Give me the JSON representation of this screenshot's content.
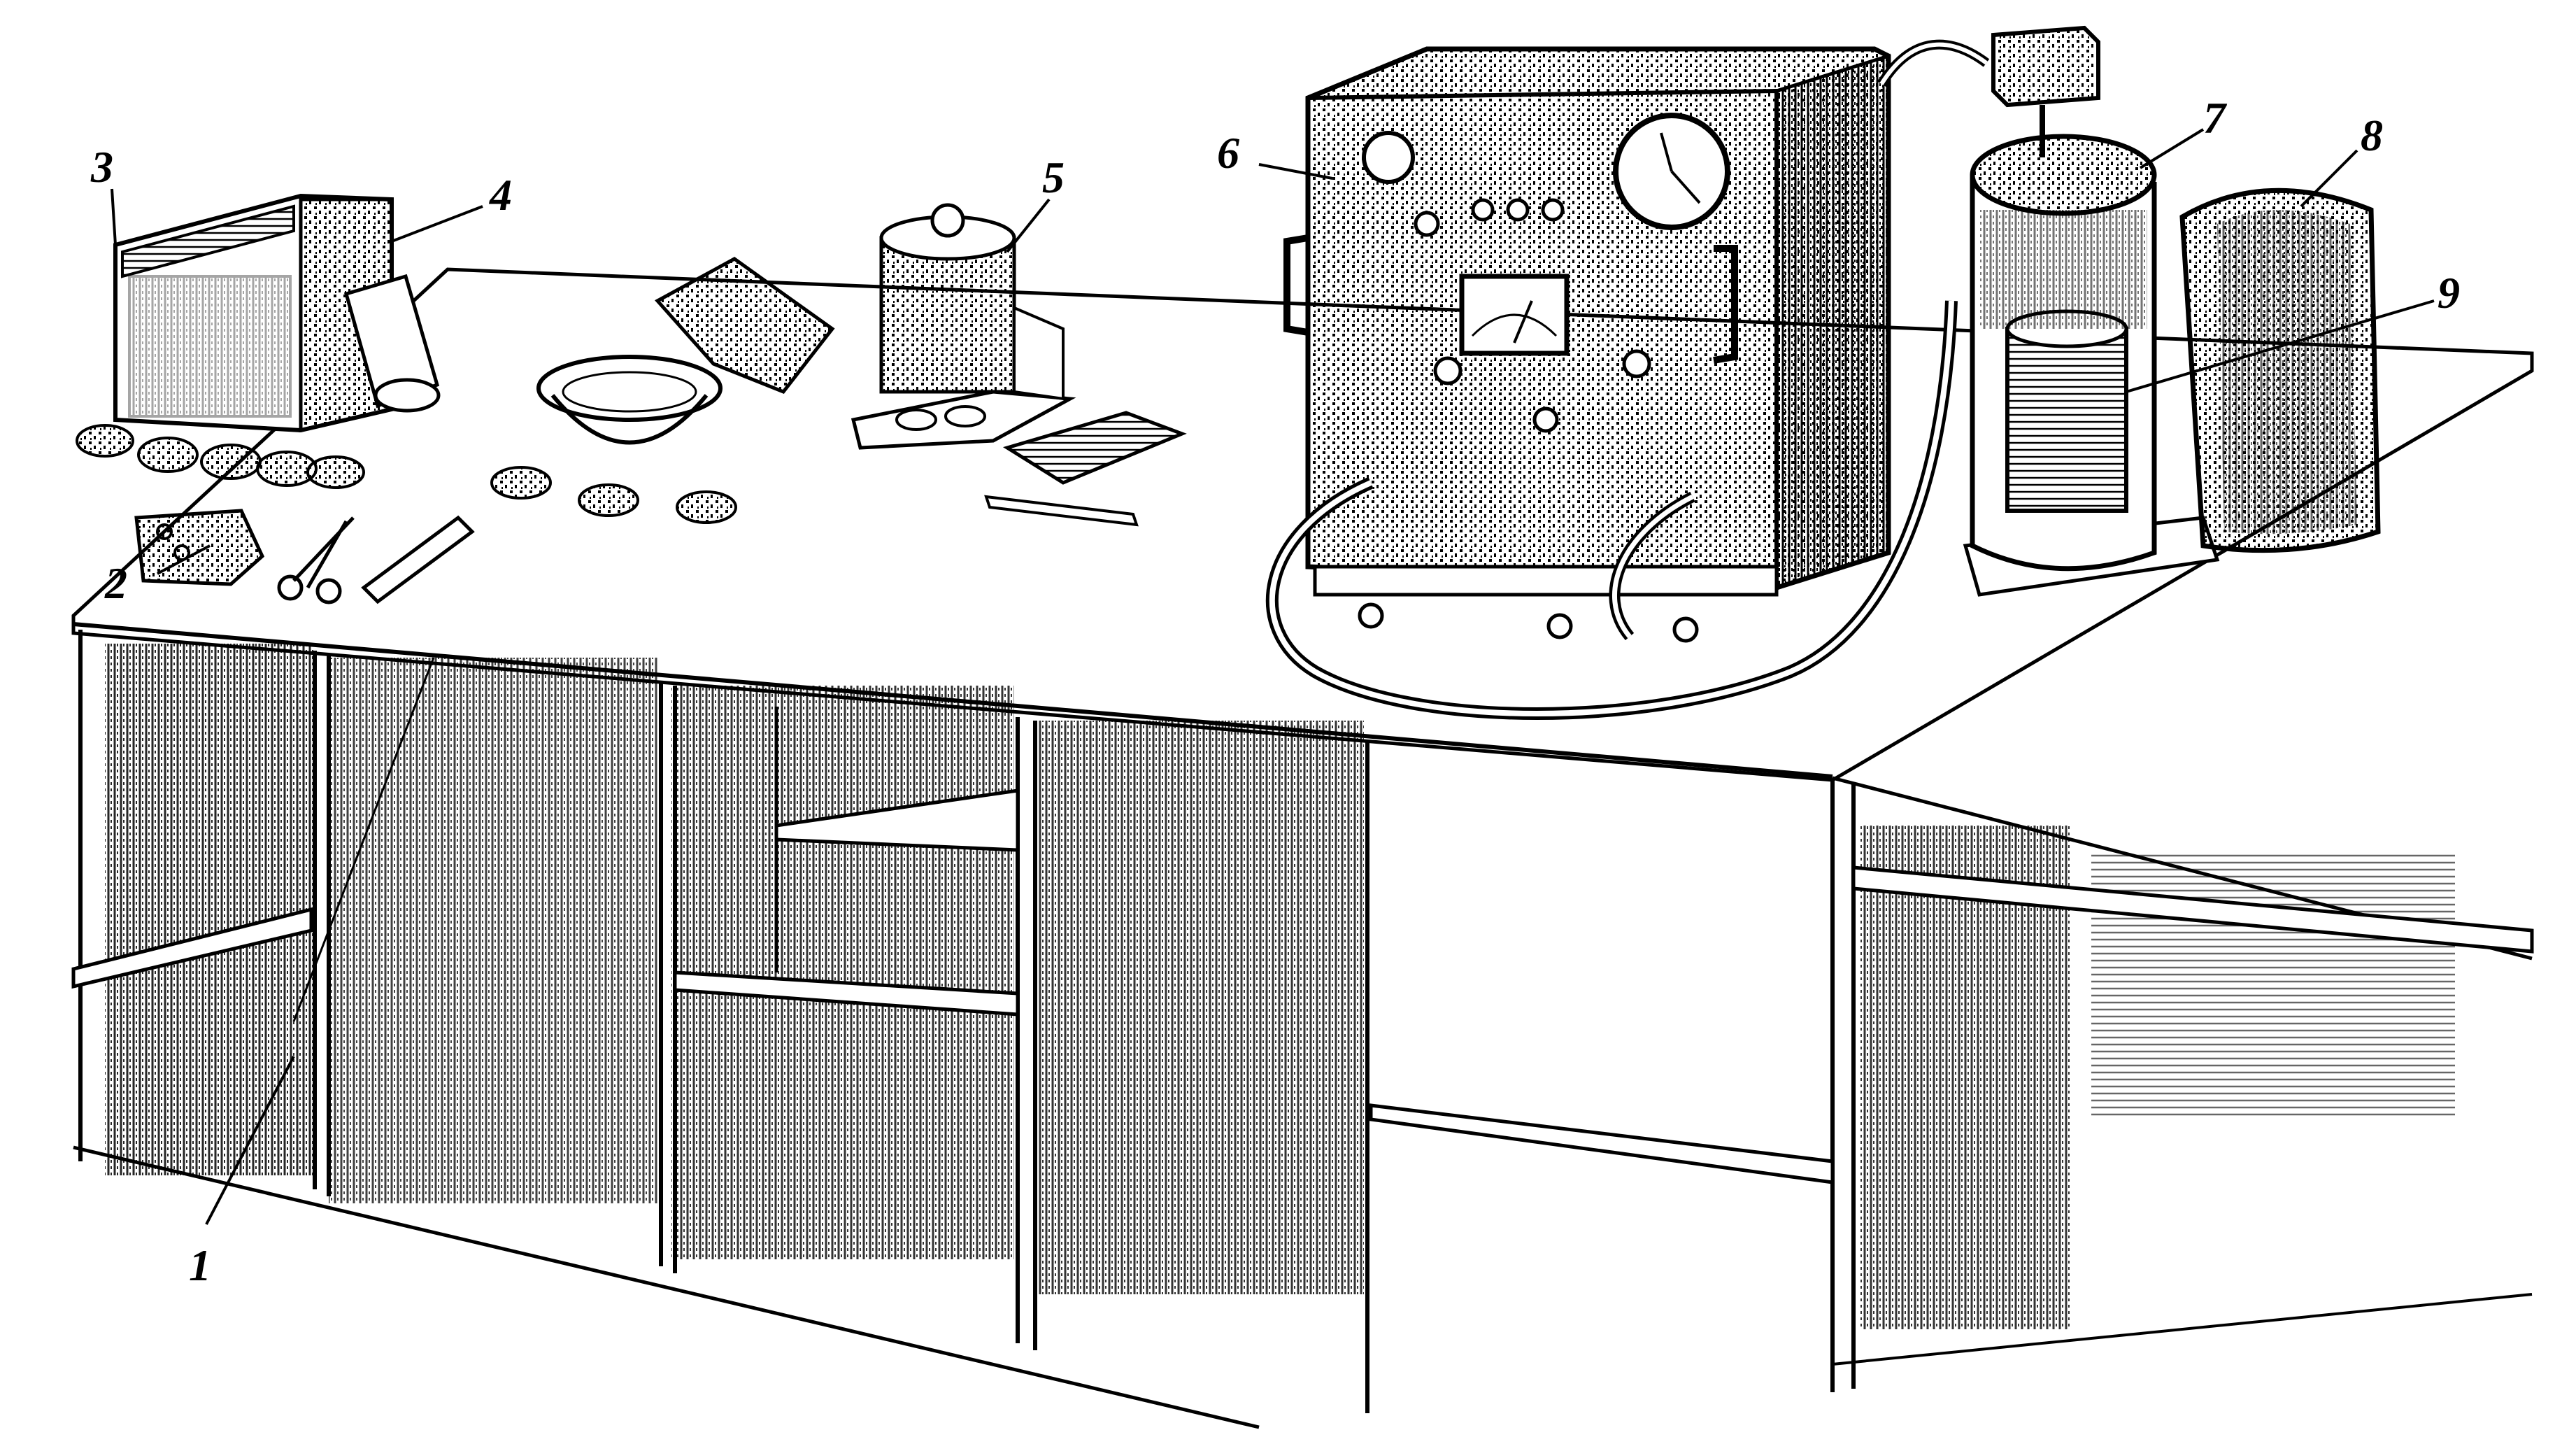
{
  "figure": {
    "style": "monochrome line engraving",
    "colors": {
      "ink": "#000000",
      "paper": "#ffffff"
    }
  },
  "callouts": [
    {
      "id": "1",
      "text": "1"
    },
    {
      "id": "2",
      "text": "2"
    },
    {
      "id": "3",
      "text": "3"
    },
    {
      "id": "4",
      "text": "4"
    },
    {
      "id": "5",
      "text": "5"
    },
    {
      "id": "6",
      "text": "6"
    },
    {
      "id": "7",
      "text": "7"
    },
    {
      "id": "8",
      "text": "8"
    },
    {
      "id": "9",
      "text": "9"
    }
  ]
}
